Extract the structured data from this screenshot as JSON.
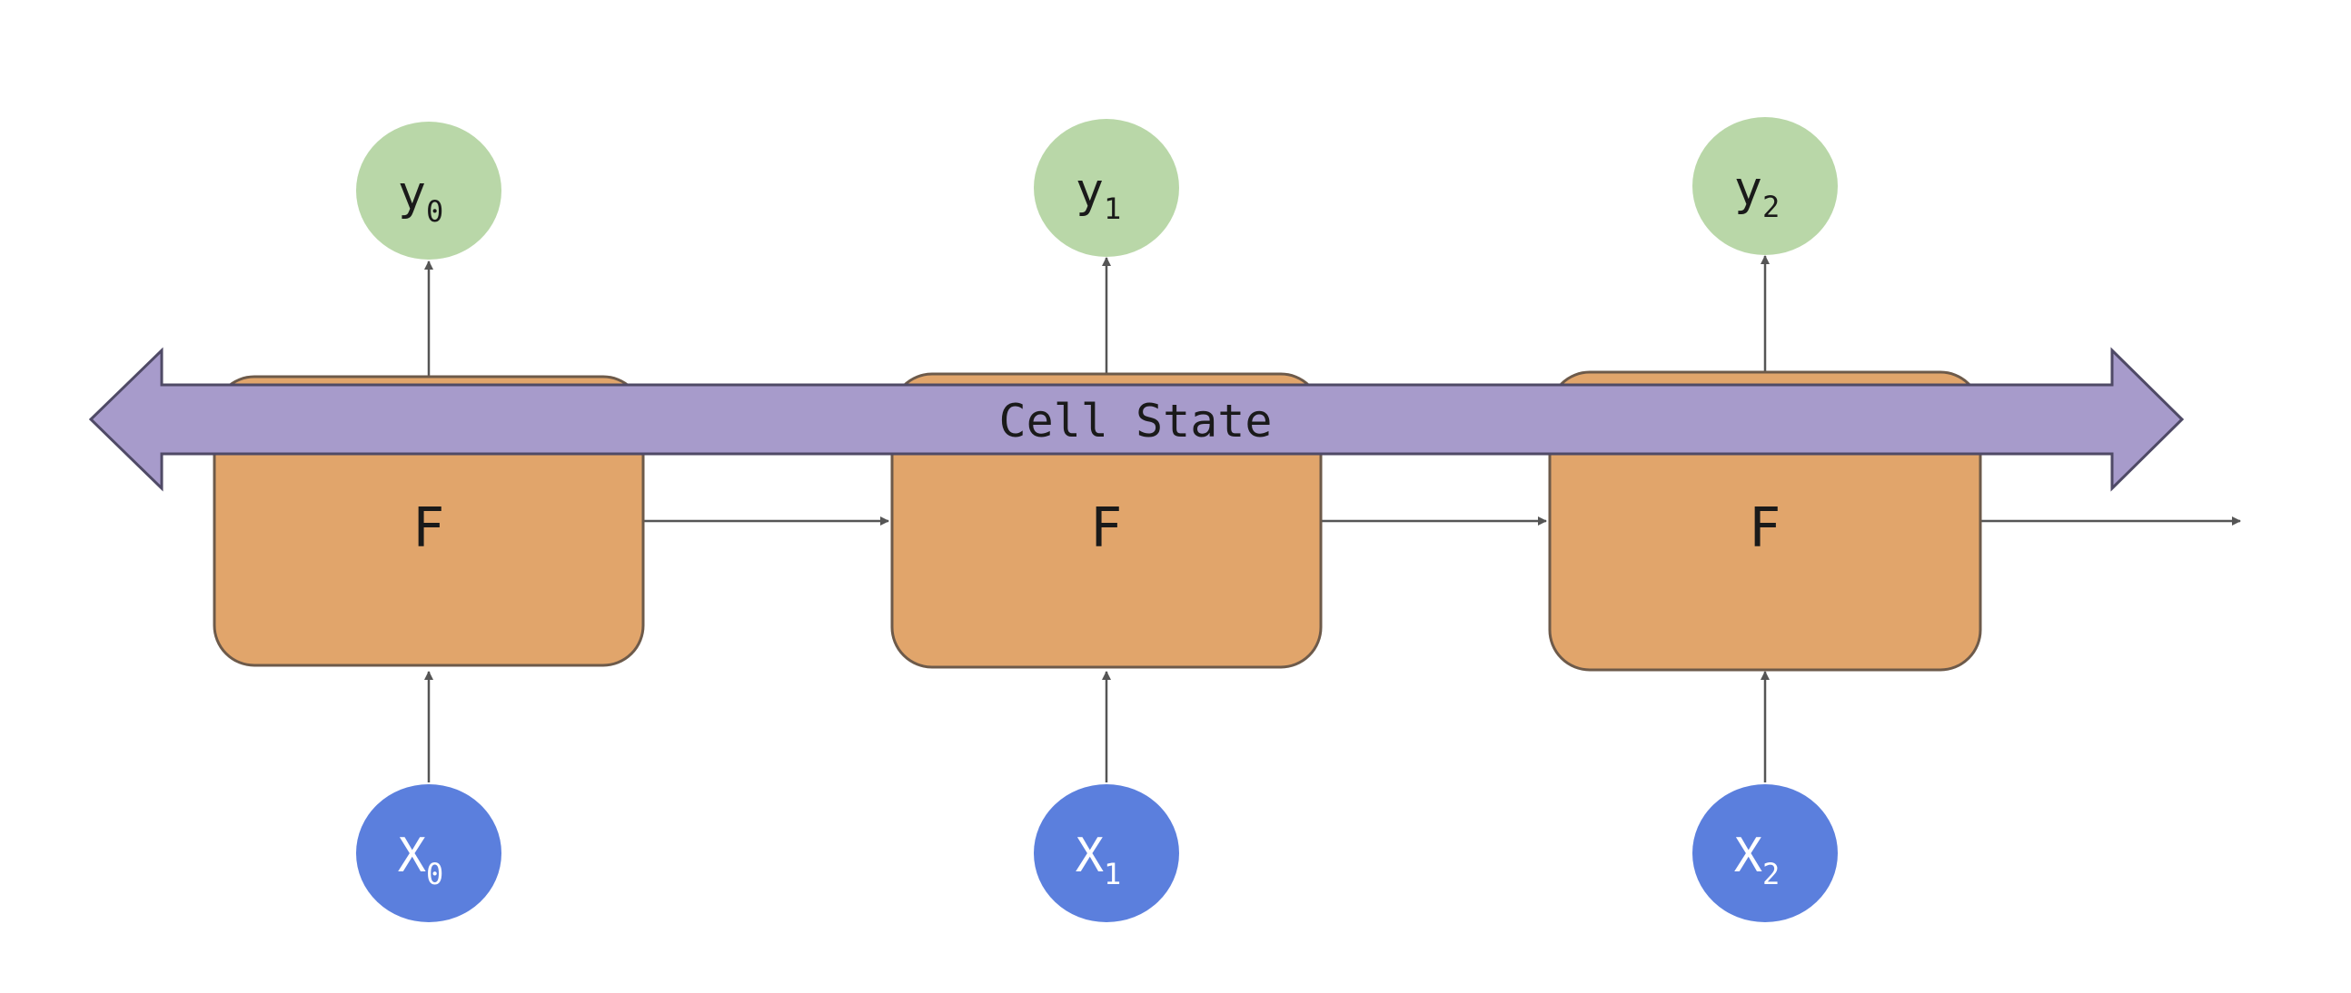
{
  "cell_state": {
    "label": "Cell State",
    "color": "#a79bcb"
  },
  "cells": [
    {
      "label": "F"
    },
    {
      "label": "F"
    },
    {
      "label": "F"
    }
  ],
  "outputs": [
    {
      "base": "y",
      "sub": "0"
    },
    {
      "base": "y",
      "sub": "1"
    },
    {
      "base": "y",
      "sub": "2"
    }
  ],
  "inputs": [
    {
      "base": "X",
      "sub": "0"
    },
    {
      "base": "X",
      "sub": "1"
    },
    {
      "base": "X",
      "sub": "2"
    }
  ],
  "colors": {
    "cell_fill": "#e1a56b",
    "output_fill": "#b9d7a8",
    "input_fill": "#5b7fdd",
    "arrow": "#555555"
  }
}
